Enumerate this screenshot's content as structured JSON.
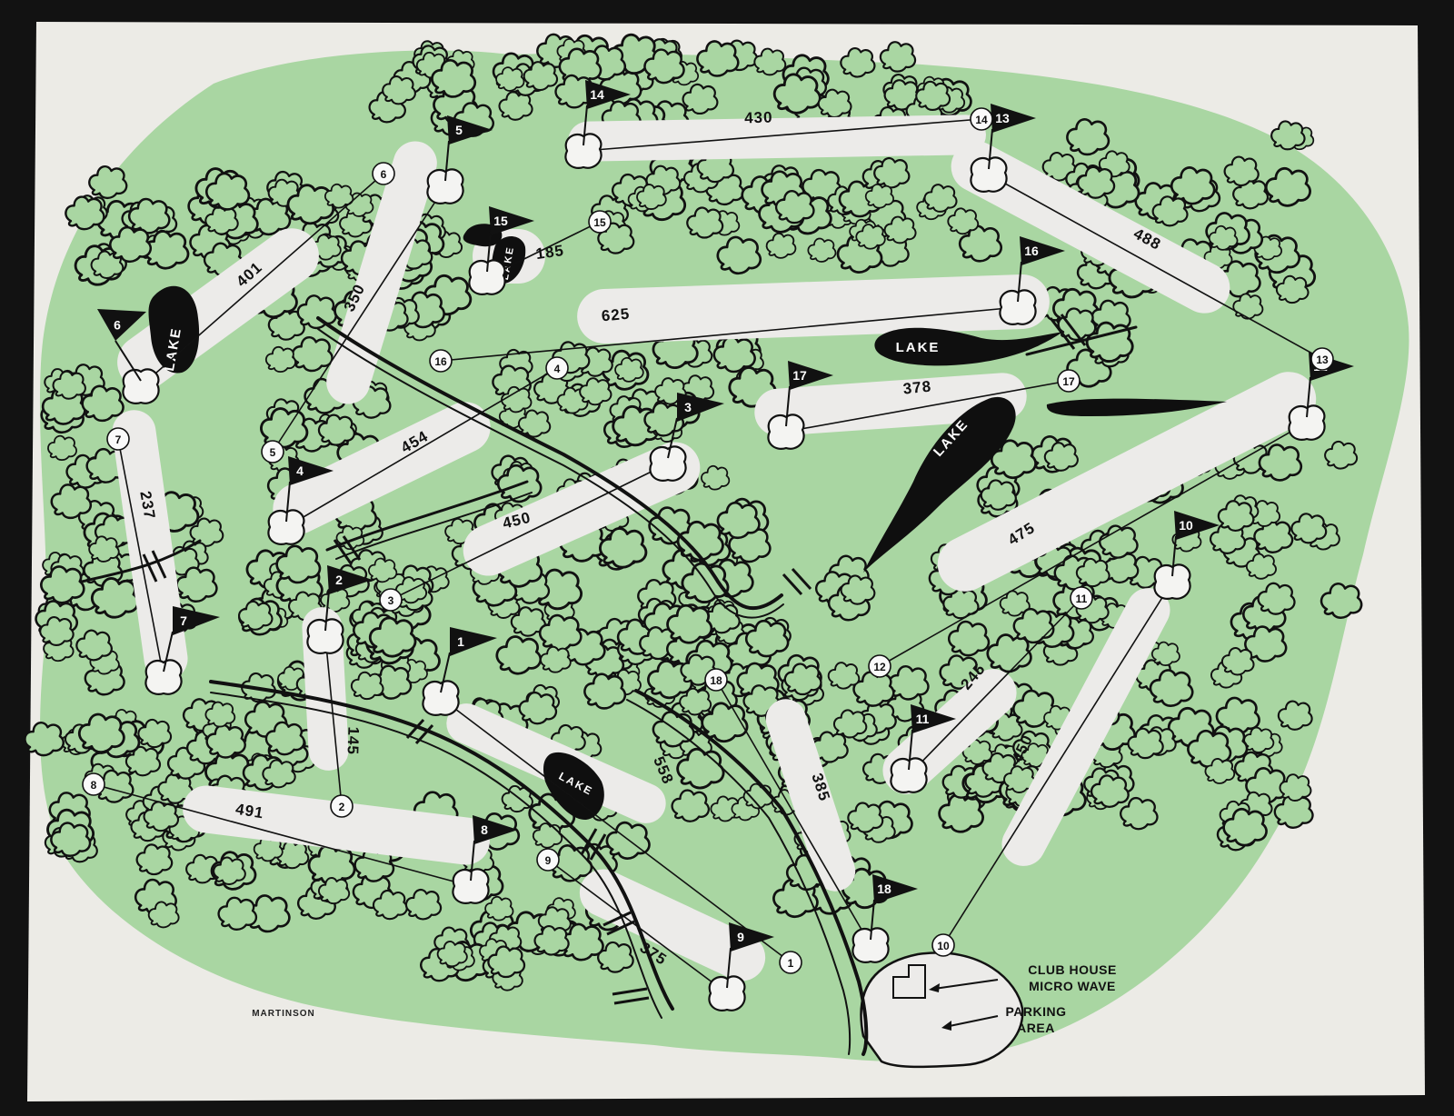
{
  "colors": {
    "background": "#121212",
    "paper": "#ecebe6",
    "rough": "#a9d6a2",
    "fairway": "#ecebe9",
    "ink": "#111111",
    "water": "#0f0f0f"
  },
  "holes": [
    {
      "number": "1",
      "yardage": "558"
    },
    {
      "number": "2",
      "yardage": "145"
    },
    {
      "number": "3",
      "yardage": "450"
    },
    {
      "number": "4",
      "yardage": "454"
    },
    {
      "number": "5",
      "yardage": "350"
    },
    {
      "number": "6",
      "yardage": "401"
    },
    {
      "number": "7",
      "yardage": "237"
    },
    {
      "number": "8",
      "yardage": "491"
    },
    {
      "number": "9",
      "yardage": "375"
    },
    {
      "number": "10",
      "yardage": "450"
    },
    {
      "number": "11",
      "yardage": "245"
    },
    {
      "number": "12",
      "yardage": "475"
    },
    {
      "number": "13",
      "yardage": "488"
    },
    {
      "number": "14",
      "yardage": "430"
    },
    {
      "number": "15",
      "yardage": "185"
    },
    {
      "number": "16",
      "yardage": "625"
    },
    {
      "number": "17",
      "yardage": "378"
    },
    {
      "number": "18",
      "yardage": "385"
    }
  ],
  "lake_label": "LAKE",
  "landmarks": {
    "clubhouse_line1": "CLUB HOUSE",
    "clubhouse_line2": "MICRO WAVE",
    "parking_line1": "PARKING",
    "parking_line2": "AREA"
  },
  "signature": "MARTINSON"
}
